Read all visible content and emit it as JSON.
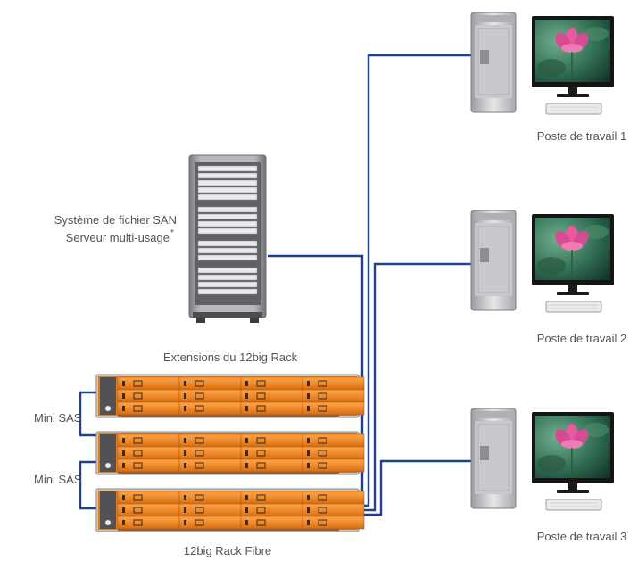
{
  "labels": {
    "server_line1": "Système de fichier SAN",
    "server_line2": "Serveur multi-usage",
    "server_mark": "*",
    "extensions_title": "Extensions du 12big Rack",
    "cable1": "Mini SAS",
    "cable2": "Mini SAS",
    "main_unit": "12big Rack Fibre",
    "ws1": "Poste de travail 1",
    "ws2": "Poste de travail 2",
    "ws3": "Poste de travail 3"
  },
  "colors": {
    "cable": "#1f3f8f",
    "rack_orange": "#f08a2a",
    "rack_edge": "#9a9a9a",
    "tower_gray": "#8a8c90",
    "label_text": "#555555"
  },
  "icons": {
    "server": "server-tower-icon",
    "rack": "storage-rack-icon",
    "workstation": "workstation-icon",
    "monitor": "flower-monitor-icon",
    "keyboard": "keyboard-icon"
  }
}
